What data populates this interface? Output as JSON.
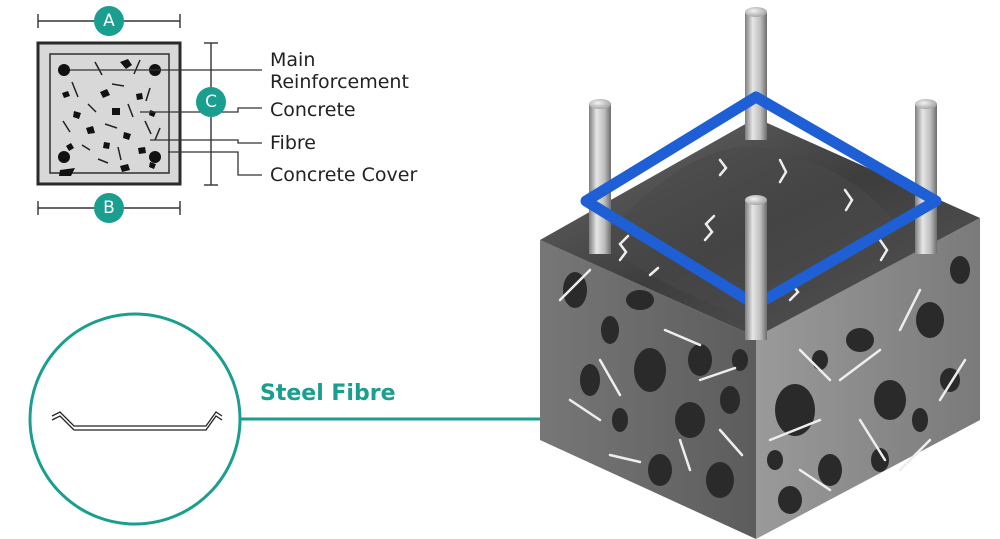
{
  "colors": {
    "teal": "#1a9e8f",
    "blue_tie": "#1f5fd6",
    "concrete_dark": "#3c3c3c",
    "concrete_light": "#8d8d8d",
    "text": "#222222"
  },
  "cross_section": {
    "badges": {
      "a": "A",
      "b": "B",
      "c": "C"
    },
    "labels": {
      "main_reinforcement_line1": "Main",
      "main_reinforcement_line2": "Reinforcement",
      "concrete": "Concrete",
      "fibre": "Fibre",
      "concrete_cover": "Concrete Cover"
    }
  },
  "callout": {
    "steel_fibre": "Steel Fibre"
  },
  "icons": [
    "steel-fibre-shape-icon",
    "reinforcement-bar-icon",
    "aggregate-icon"
  ]
}
